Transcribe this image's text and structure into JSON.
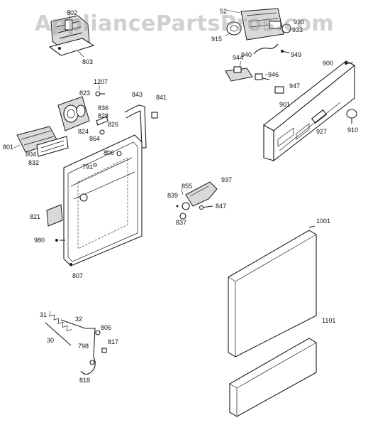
{
  "watermark": "AppliancePartsPros.com",
  "labels": {
    "802": "802",
    "803": "803",
    "52": "52",
    "915": "915",
    "930": "930",
    "933": "933",
    "940": "940",
    "949": "949",
    "944": "944",
    "946": "946",
    "947": "947",
    "900": "900",
    "901": "901",
    "927": "927",
    "910": "910",
    "1207": "1207",
    "823": "823",
    "836": "836",
    "828": "828",
    "826": "826",
    "824": "824",
    "864": "864",
    "843": "843",
    "841": "841",
    "801": "801",
    "804": "804",
    "832": "832",
    "806": "806",
    "791": "791",
    "821": "821",
    "980": "980",
    "807": "807",
    "855": "855",
    "937": "937",
    "839": "839",
    "847": "847",
    "837": "837",
    "1001": "1001",
    "31": "31",
    "32": "32",
    "30": "30",
    "805": "805",
    "798": "798",
    "817": "817",
    "818": "818",
    "1101": "1101"
  }
}
